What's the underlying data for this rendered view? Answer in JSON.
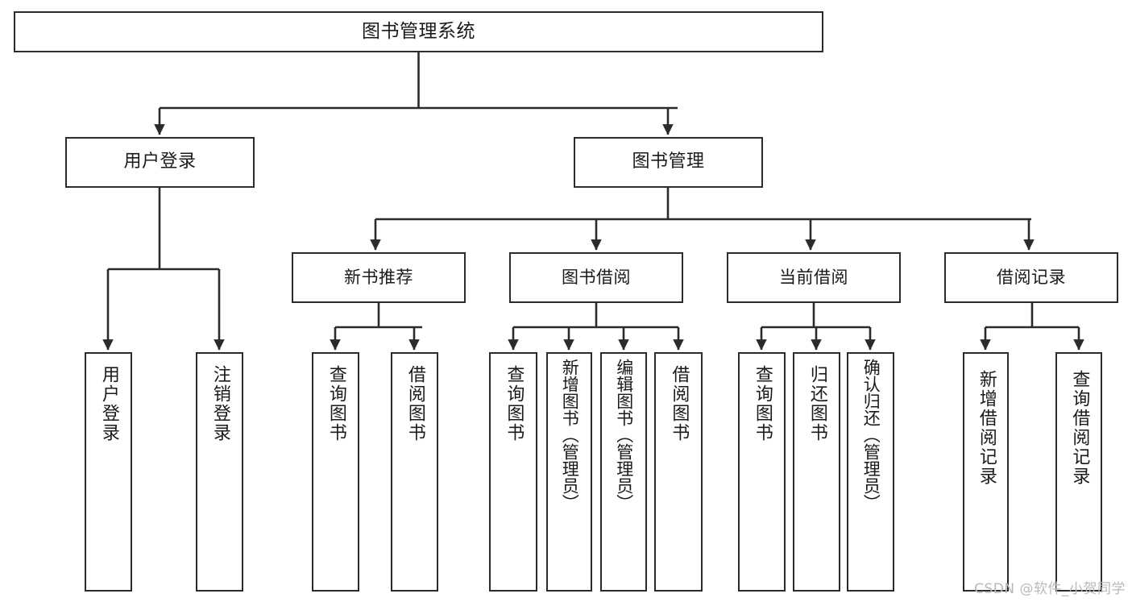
{
  "diagram": {
    "title": "图书管理系统",
    "type": "tree-hierarchy",
    "nodes": {
      "root": {
        "label": "图书管理系统"
      },
      "user_login": {
        "label": "用户登录"
      },
      "book_manage": {
        "label": "图书管理"
      },
      "new_book_rec": {
        "label": "新书推荐"
      },
      "book_borrow": {
        "label": "图书借阅"
      },
      "current_borrow": {
        "label": "当前借阅"
      },
      "borrow_record": {
        "label": "借阅记录"
      },
      "leaf_user_login": {
        "label": "用户登录"
      },
      "leaf_logout_login": {
        "label": "注销登录"
      },
      "leaf_query_book_1": {
        "label": "查询图书"
      },
      "leaf_borrow_book_1": {
        "label": "借阅图书"
      },
      "leaf_query_book_2": {
        "label": "查询图书"
      },
      "leaf_add_book_admin": {
        "label": "新增图书（管理员）"
      },
      "leaf_edit_book_admin": {
        "label": "编辑图书（管理员）"
      },
      "leaf_borrow_book_2": {
        "label": "借阅图书"
      },
      "leaf_query_book_3": {
        "label": "查询图书"
      },
      "leaf_return_book": {
        "label": "归还图书"
      },
      "leaf_confirm_return_admin": {
        "label": "确认归还（管理员）"
      },
      "leaf_add_borrow_record": {
        "label": "新增借阅记录"
      },
      "leaf_query_borrow_record": {
        "label": "查询借阅记录"
      }
    },
    "colors": {
      "stroke": "#2b2b2b",
      "fill": "#ffffff",
      "text": "#1a1a1a",
      "watermark": "#b9b9b9"
    }
  },
  "watermark": {
    "text": "CSDN @软件_小贺同学"
  }
}
